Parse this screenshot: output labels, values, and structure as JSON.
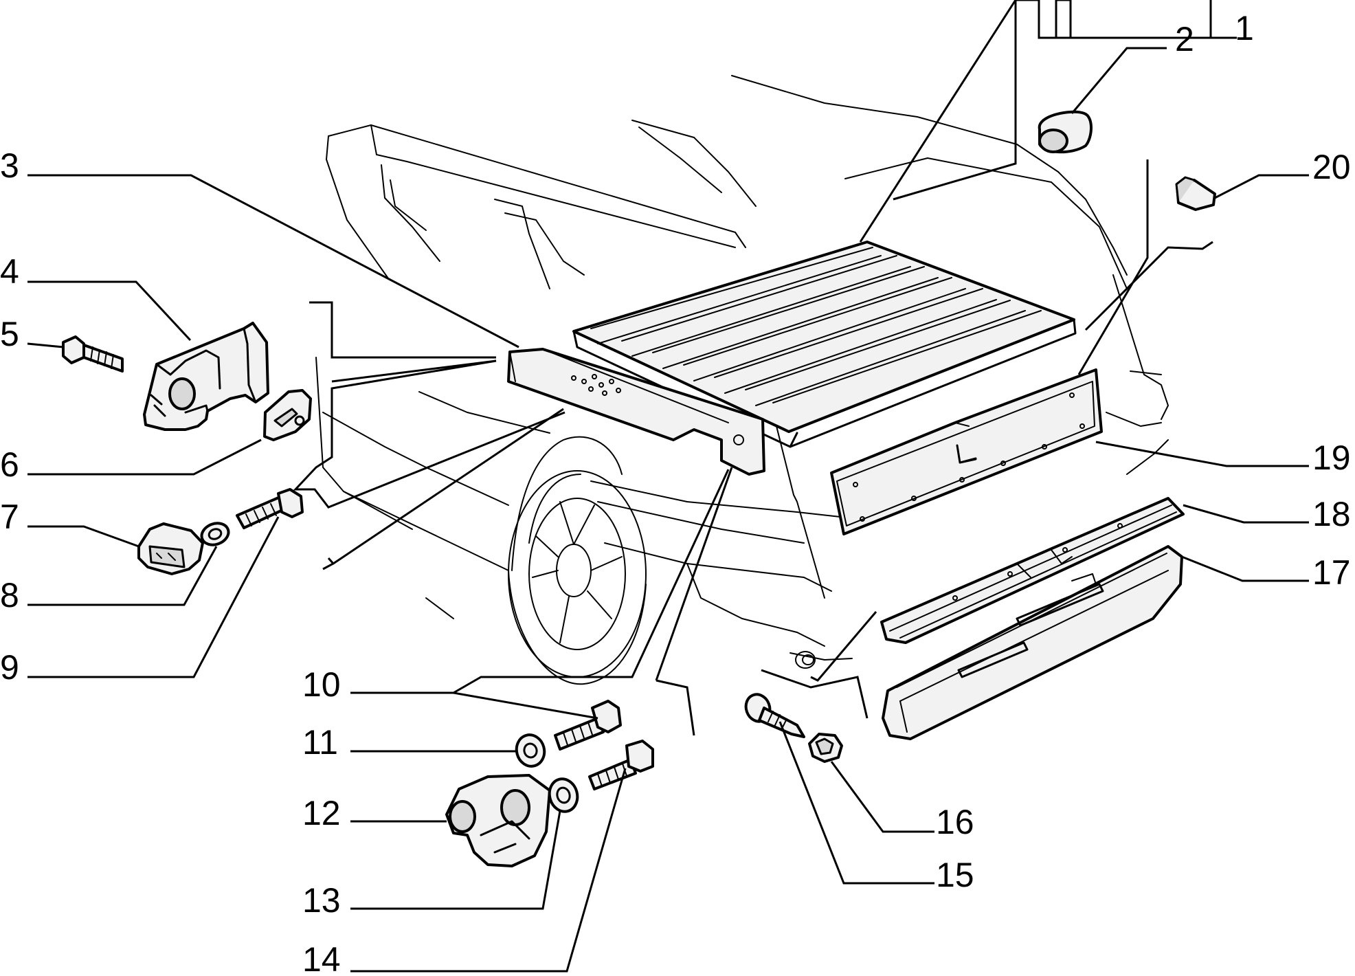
{
  "labels": [
    "1",
    "2",
    "3",
    "4",
    "5",
    "6",
    "7",
    "8",
    "9",
    "10",
    "11",
    "12",
    "13",
    "14",
    "15",
    "16",
    "17",
    "18",
    "19",
    "20"
  ],
  "colors": {
    "line": "#000000",
    "background": "#ffffff",
    "part_fill": "#f2f2f2",
    "part_shade": "#d9d9d9"
  }
}
